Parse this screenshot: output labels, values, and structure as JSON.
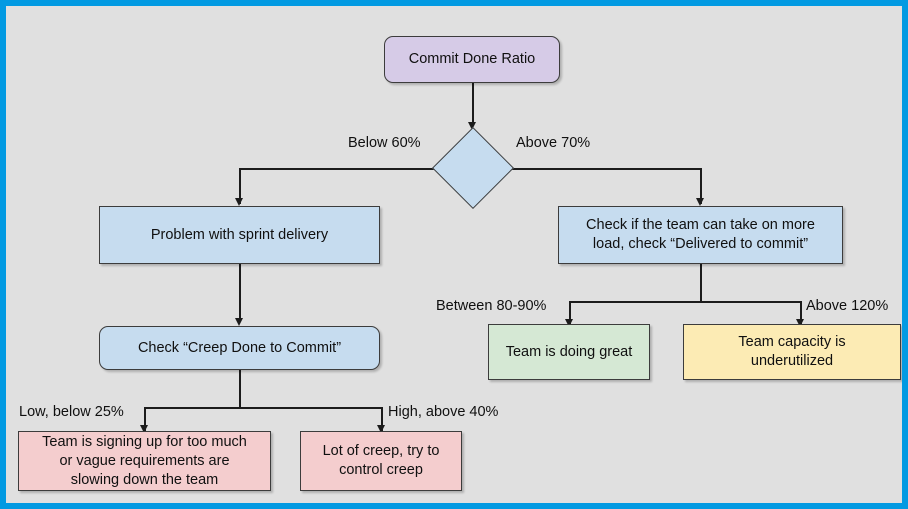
{
  "diagram": {
    "title_node": "Commit Done Ratio",
    "type": "flowchart",
    "frame_color": "#029ae2",
    "background_color": "#e0e0e0"
  },
  "nodes": {
    "root": {
      "label": "Commit Done Ratio",
      "color": "#d6cbe7",
      "shape": "rounded-rect"
    },
    "decision": {
      "label": "",
      "color": "#c6dcef",
      "shape": "diamond"
    },
    "problem_sprint": {
      "label": "Problem with sprint delivery",
      "color": "#c6dcef",
      "shape": "rect"
    },
    "check_more_load": {
      "label": "Check if the team can take on more\nload, check “Delivered to commit”",
      "color": "#c6dcef",
      "shape": "rect"
    },
    "check_creep": {
      "label": "Check “Creep Done to Commit”",
      "color": "#c6dcef",
      "shape": "rounded-rect"
    },
    "doing_great": {
      "label": "Team is doing great",
      "color": "#d5e8d4",
      "shape": "rect"
    },
    "underutilized": {
      "label": "Team capacity is\nunderutilized",
      "color": "#fcebb4",
      "shape": "rect"
    },
    "signing_up_too_much": {
      "label": "Team is signing up for too much\nor vague requirements are\nslowing down the team",
      "color": "#f4cdce",
      "shape": "rect"
    },
    "lot_of_creep": {
      "label": "Lot of creep, try to\ncontrol creep",
      "color": "#f4cdce",
      "shape": "rect"
    }
  },
  "edge_labels": {
    "below_60": "Below 60%",
    "above_70": "Above 70%",
    "between_80_90": "Between 80-90%",
    "above_120": "Above 120%",
    "low_below_25": "Low, below 25%",
    "high_above_40": "High, above 40%"
  }
}
